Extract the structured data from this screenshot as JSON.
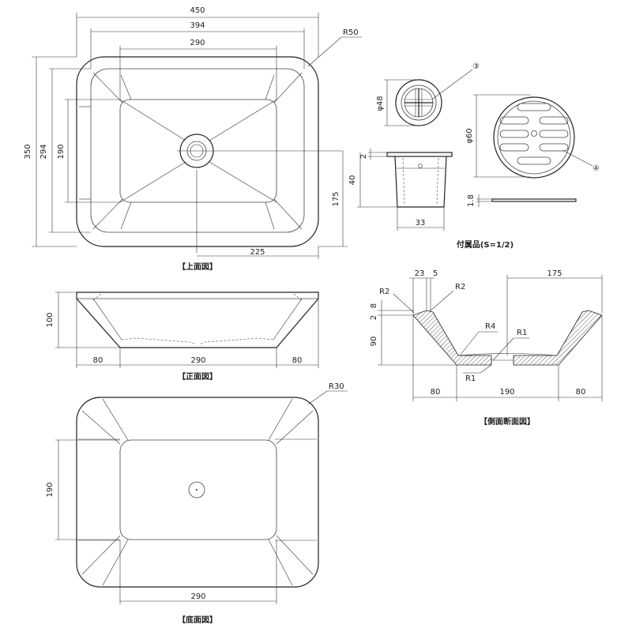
{
  "top_view": {
    "caption": "【上面図】",
    "dim_width_outer": "450",
    "dim_width_inner": "394",
    "dim_width_bottom": "290",
    "dim_height_outer": "350",
    "dim_height_inner": "294",
    "dim_height_bottom": "190",
    "dim_drain_x": "225",
    "dim_drain_y": "175",
    "radius": "R50"
  },
  "accessories": {
    "caption": "付属品(S=1/2)",
    "drain_diameter": "φ48",
    "drain_label": "③",
    "drain_flange": "2",
    "drain_height": "40",
    "drain_width": "33",
    "cover_diameter": "φ60",
    "cover_label": "④",
    "cover_thickness": "1.8"
  },
  "front_view": {
    "caption": "【正面図】",
    "dim_height": "100",
    "dim_left": "80",
    "dim_center": "290",
    "dim_right": "80"
  },
  "section_view": {
    "caption": "【側面断面図】",
    "dim_23": "23",
    "dim_5": "5",
    "dim_175": "175",
    "dim_r2a": "R2",
    "dim_r2b": "R2",
    "dim_2": "2",
    "dim_8": "8",
    "dim_90": "90",
    "dim_r4": "R4",
    "dim_r1a": "R1",
    "dim_r1b": "R1",
    "dim_left": "80",
    "dim_center": "190",
    "dim_right": "80"
  },
  "bottom_view": {
    "caption": "【底面図】",
    "dim_height": "190",
    "dim_width": "290",
    "radius": "R30"
  }
}
